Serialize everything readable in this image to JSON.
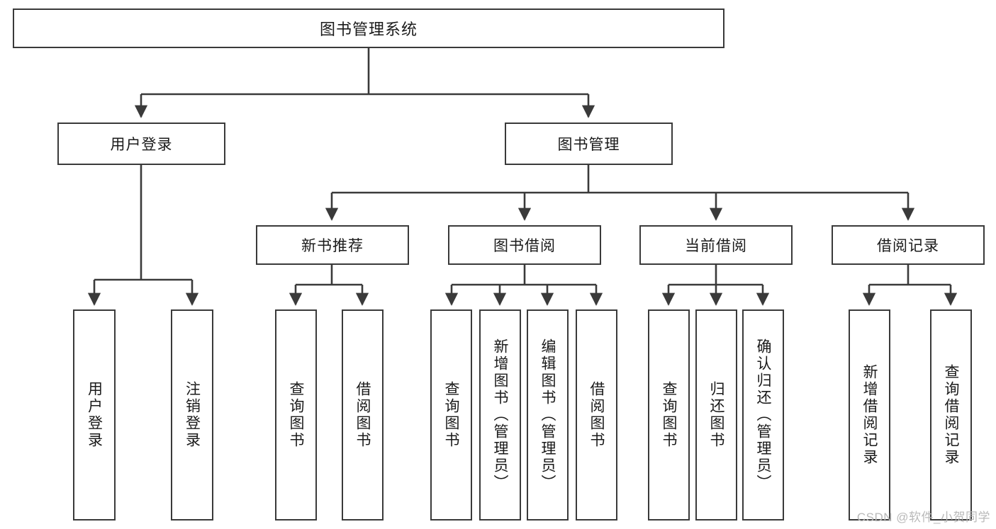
{
  "diagram": {
    "type": "tree",
    "title": "图书管理系统",
    "orientation": "top-down",
    "colors": {
      "box_border": "#3a3a3a",
      "box_fill": "#ffffff",
      "connector": "#3a3a3a",
      "text": "#1a1a1a",
      "watermark": "#b9b9b9",
      "background": "#ffffff"
    },
    "root": {
      "label": "图书管理系统"
    },
    "level2": [
      {
        "label": "用户登录"
      },
      {
        "label": "图书管理"
      }
    ],
    "level3": [
      {
        "label": "新书推荐"
      },
      {
        "label": "图书借阅"
      },
      {
        "label": "当前借阅"
      },
      {
        "label": "借阅记录"
      }
    ],
    "leaves": {
      "user_login": [
        {
          "label": "用户登录"
        },
        {
          "label": "注销登录"
        }
      ],
      "new_book": [
        {
          "label": "查询图书"
        },
        {
          "label": "借阅图书"
        }
      ],
      "book_borrow": [
        {
          "label": "查询图书"
        },
        {
          "label": "新增图书（管理员）"
        },
        {
          "label": "编辑图书（管理员）"
        },
        {
          "label": "借阅图书"
        }
      ],
      "current_borrow": [
        {
          "label": "查询图书"
        },
        {
          "label": "归还图书"
        },
        {
          "label": "确认归还（管理员）"
        }
      ],
      "borrow_record": [
        {
          "label": "新增借阅记录"
        },
        {
          "label": "查询借阅记录"
        }
      ]
    },
    "watermark": "CSDN @软件_小贺同学"
  }
}
